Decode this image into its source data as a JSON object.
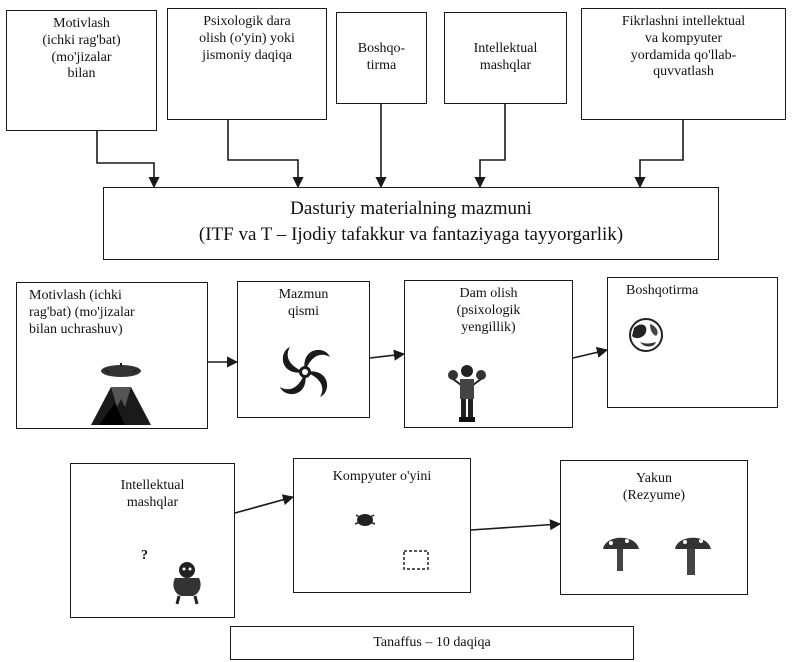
{
  "top_row": [
    {
      "label": "Motivlash\n(ichki rag'bat)\n(mo'jizalar\nbilan"
    },
    {
      "label": "Psixologik dara\nolish (o'yin) yoki\njismoniy daqiqa"
    },
    {
      "label": "Boshqo-\ntirma"
    },
    {
      "label": "Intellektual\nmashqlar"
    },
    {
      "label": "Fikrlashni intellektual\nva kompyuter\nyordamida qo'llab-\nquvvatlash"
    }
  ],
  "main_box": {
    "line1": "Dasturiy materialning mazmuni",
    "line2": "(ITF va T – Ijodiy tafakkur va fantaziyaga   tayyorgarlik)"
  },
  "row2": [
    {
      "label": "Motivlash (ichki\nrag'bat) (mo'jizalar\nbilan uchrashuv)",
      "icon": "volcano-icon"
    },
    {
      "label": "Mazmun\nqismi",
      "icon": "swirl-icon"
    },
    {
      "label": "Dam olish\n(psixologik\nyengillik)",
      "icon": "boxer-icon"
    },
    {
      "label": "Boshqotirma",
      "icon": "puzzle-ball-icon"
    }
  ],
  "row3": [
    {
      "label": "Intellektual\nmashqlar",
      "icon": "thinking-figure-icon",
      "mark": "?"
    },
    {
      "label": "Kompyuter o'yini",
      "icon": "bug-icon"
    },
    {
      "label": "Yakun\n(Rezyume)",
      "icon": "mushrooms-icon"
    }
  ],
  "break_box": {
    "label": "Tanaffus – 10 daqiqa"
  }
}
